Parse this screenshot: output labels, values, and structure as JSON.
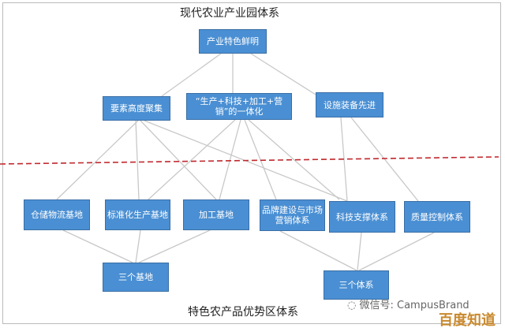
{
  "top_title": "现代农业产业园体系",
  "bottom_title": "特色农产品优势区体系",
  "colors": {
    "box": "#4a8fd3",
    "divider": "#c0282d",
    "line": "#c8c8c8"
  },
  "nodes": {
    "root": "产业特色鲜明",
    "mid_left": "要素高度聚集",
    "mid_center": "“生产+科技+加工+营销”的一体化",
    "mid_right": "设施装备先进",
    "b1": "仓储物流基地",
    "b2": "标准化生产基地",
    "b3": "加工基地",
    "b4": "品牌建设与市场营销体系",
    "b5": "科技支撑体系",
    "b6": "质量控制体系",
    "g1": "三个基地",
    "g2": "三个体系"
  },
  "watermark": {
    "wechat": "微信号: CampusBrand",
    "baidu": "百度知道"
  }
}
